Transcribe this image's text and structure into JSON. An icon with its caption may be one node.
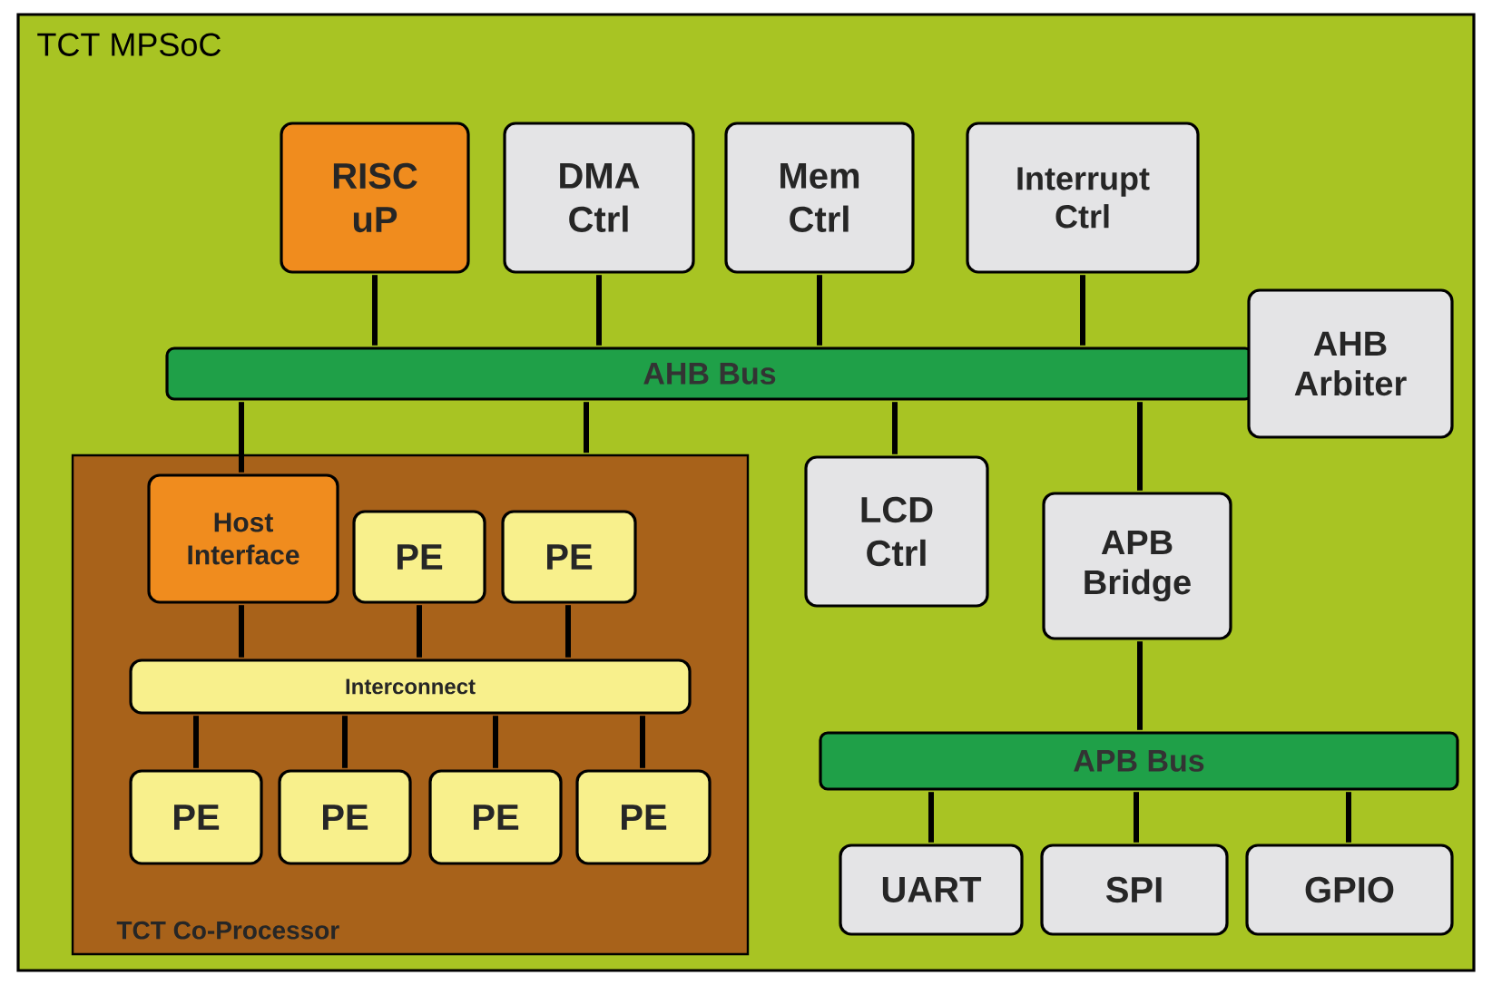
{
  "diagram": {
    "nodes": [
      {
        "text": [
          "TCT MPSoC"
        ]
      },
      {
        "text": [
          "RISC uP"
        ],
        "in": 0
      },
      {
        "text": [
          "DMA Ctrl"
        ],
        "in": 0
      },
      {
        "text": [
          "Mem Ctrl"
        ],
        "in": 0
      },
      {
        "text": [
          "Interrupt Ctrl"
        ],
        "in": 0
      },
      {
        "text": [
          "AHB Bus"
        ],
        "in": 0
      },
      {
        "text": [
          "AHB Arbiter"
        ],
        "in": 0
      },
      {
        "text": [
          "TCT Co-Processor"
        ],
        "in": 0
      },
      {
        "text": [
          "Host Interface"
        ],
        "in": 7
      },
      {
        "text": [
          "PE"
        ],
        "in": 7
      },
      {
        "text": [
          "PE"
        ],
        "in": 7
      },
      {
        "text": [
          "Interconnect"
        ],
        "in": 7
      },
      {
        "text": [
          "PE"
        ],
        "in": 7
      },
      {
        "text": [
          "PE"
        ],
        "in": 7
      },
      {
        "text": [
          "PE"
        ],
        "in": 7
      },
      {
        "text": [
          "PE"
        ],
        "in": 7
      },
      {
        "text": [
          "LCD Ctrl"
        ],
        "in": 0
      },
      {
        "text": [
          "APB Bridge"
        ],
        "in": 0
      },
      {
        "text": [
          "APB Bus"
        ],
        "in": 0
      },
      {
        "text": [
          "UART"
        ],
        "in": 0
      },
      {
        "text": [
          "SPI"
        ],
        "in": 0
      },
      {
        "text": [
          "GPIO"
        ],
        "in": 0
      }
    ],
    "edges": [
      {
        "from": 1,
        "to": 5,
        "arrow": "none"
      },
      {
        "from": 2,
        "to": 5,
        "arrow": "none"
      },
      {
        "from": 3,
        "to": 5,
        "arrow": "none"
      },
      {
        "from": 4,
        "to": 5,
        "arrow": "none"
      },
      {
        "from": 5,
        "to": 8,
        "arrow": "none"
      },
      {
        "from": 5,
        "to": 7,
        "arrow": "none"
      },
      {
        "from": 5,
        "to": 16,
        "arrow": "none"
      },
      {
        "from": 5,
        "to": 17,
        "arrow": "none"
      },
      {
        "from": 8,
        "to": 11,
        "arrow": "none"
      },
      {
        "from": 9,
        "to": 11,
        "arrow": "none"
      },
      {
        "from": 10,
        "to": 11,
        "arrow": "none"
      },
      {
        "from": 11,
        "to": 12,
        "arrow": "none"
      },
      {
        "from": 11,
        "to": 13,
        "arrow": "none"
      },
      {
        "from": 11,
        "to": 14,
        "arrow": "none"
      },
      {
        "from": 11,
        "to": 15,
        "arrow": "none"
      },
      {
        "from": 17,
        "to": 18,
        "arrow": "none"
      },
      {
        "from": 18,
        "to": 19,
        "arrow": "none"
      },
      {
        "from": 18,
        "to": 20,
        "arrow": "none"
      },
      {
        "from": 18,
        "to": 21,
        "arrow": "none"
      }
    ]
  }
}
